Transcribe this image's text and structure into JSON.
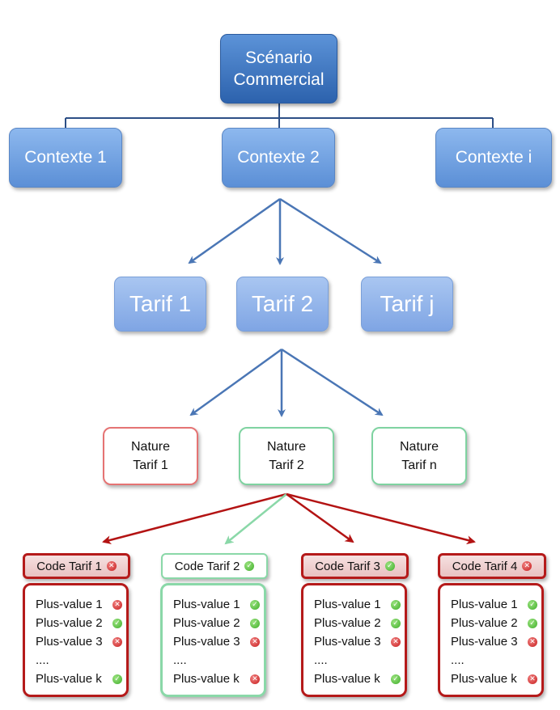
{
  "root": {
    "line1": "Scénario",
    "line2": "Commercial"
  },
  "contextes": [
    "Contexte 1",
    "Contexte 2",
    "Contexte i"
  ],
  "tarifs": [
    "Tarif 1",
    "Tarif 2",
    "Tarif j"
  ],
  "natures": [
    {
      "line1": "Nature",
      "line2": "Tarif 1",
      "status": "red"
    },
    {
      "line1": "Nature",
      "line2": "Tarif 2",
      "status": "green"
    },
    {
      "line1": "Nature",
      "line2": "Tarif n",
      "status": "green"
    }
  ],
  "codes": [
    {
      "label": "Code Tarif 1",
      "icon": "ko",
      "status": "red"
    },
    {
      "label": "Code Tarif 2",
      "icon": "ok",
      "status": "green"
    },
    {
      "label": "Code Tarif 3",
      "icon": "ok",
      "status": "red"
    },
    {
      "label": "Code Tarif 4",
      "icon": "ko",
      "status": "red"
    }
  ],
  "plus_values": [
    {
      "status": "red",
      "rows": [
        {
          "label": "Plus-value 1",
          "icon": "ko"
        },
        {
          "label": "Plus-value 2",
          "icon": "ok"
        },
        {
          "label": "Plus-value 3",
          "icon": "ko"
        },
        {
          "label": "....",
          "icon": ""
        },
        {
          "label": "Plus-value k",
          "icon": "ok"
        }
      ]
    },
    {
      "status": "green",
      "rows": [
        {
          "label": "Plus-value 1",
          "icon": "ok"
        },
        {
          "label": "Plus-value 2",
          "icon": "ok"
        },
        {
          "label": "Plus-value 3",
          "icon": "ko"
        },
        {
          "label": "....",
          "icon": ""
        },
        {
          "label": "Plus-value k",
          "icon": "ko"
        }
      ]
    },
    {
      "status": "red",
      "rows": [
        {
          "label": "Plus-value 1",
          "icon": "ok"
        },
        {
          "label": "Plus-value 2",
          "icon": "ok"
        },
        {
          "label": "Plus-value 3",
          "icon": "ko"
        },
        {
          "label": "....",
          "icon": ""
        },
        {
          "label": "Plus-value k",
          "icon": "ok"
        }
      ]
    },
    {
      "status": "red",
      "rows": [
        {
          "label": "Plus-value 1",
          "icon": "ok"
        },
        {
          "label": "Plus-value 2",
          "icon": "ok"
        },
        {
          "label": "Plus-value 3",
          "icon": "ko"
        },
        {
          "label": "....",
          "icon": ""
        },
        {
          "label": "Plus-value k",
          "icon": "ko"
        }
      ]
    }
  ],
  "colors": {
    "tree_line": "#2d4f86",
    "blue_arrow": "#4a76b5",
    "red_arrow": "#b31313",
    "green_arrow": "#8ad8a8",
    "ok": "#3fae2a",
    "ko": "#c81e1e"
  },
  "icons": {
    "ok": "check-circle-icon",
    "ko": "cross-circle-icon"
  }
}
